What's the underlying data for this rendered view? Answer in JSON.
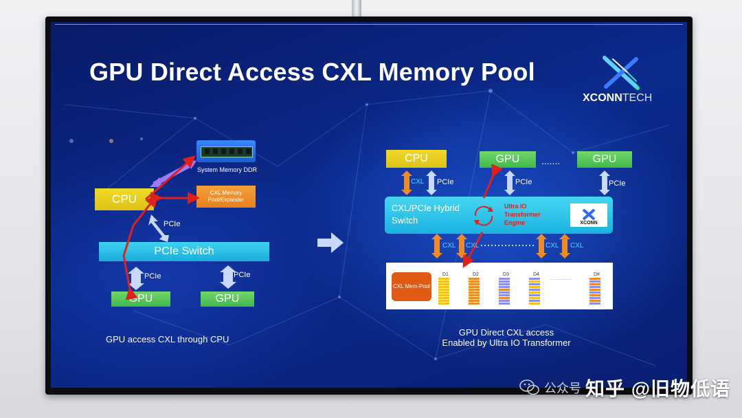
{
  "slide": {
    "title": "GPU Direct Access CXL Memory Pool",
    "logo": {
      "word_bold": "XCONN",
      "word_thin": "TECH",
      "icon": "xconn-x-logo-icon"
    }
  },
  "left_diagram": {
    "memory_label": "System Memory DDR",
    "cpu": "CPU",
    "cxl_memory": [
      "CXL Memory",
      "Pool/Expander"
    ],
    "pcie_label": "PCIe",
    "switch": "PCIe Switch",
    "gpu": "GPU",
    "caption": "GPU access CXL through CPU"
  },
  "right_diagram": {
    "cpu": "CPU",
    "gpu": "GPU",
    "ellipsis": ".......",
    "cxl_label": "CXL",
    "pcie_label": "PCIe",
    "hybrid_switch": "CXL/PCIe Hybrid Switch",
    "engine": [
      "Ultra IO",
      "Transformer",
      "Engine"
    ],
    "mini_logo": "XCONN",
    "mem_pool": "CXL Mem-Pool",
    "devices": [
      "D1",
      "D2",
      "D3",
      "D4",
      "D#"
    ],
    "device_ellipsis": "...............",
    "caption": [
      "GPU Direct CXL access",
      "Enabled by Ultra IO Transformer"
    ]
  },
  "watermark": {
    "icon": "wechat-icon",
    "text": "公众号",
    "main": "知乎 @旧物低语"
  },
  "colors": {
    "accent_red": "#e0201a",
    "cxl_orange": "#f08a24",
    "pcie_arrow": "#c9d8ff",
    "memory_arrow": "#9b7bff",
    "gpu_green": "#4cc552",
    "cpu_yellow": "#e5cb1d",
    "switch_cyan": "#27bde6"
  }
}
